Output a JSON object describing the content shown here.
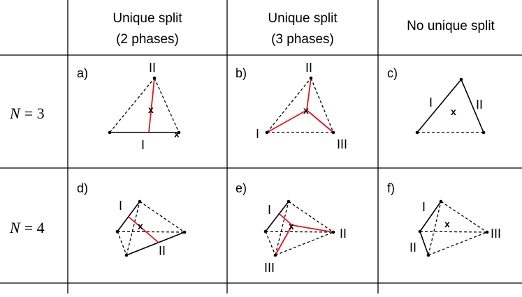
{
  "headers": {
    "col1": {
      "line1": "Unique split",
      "line2": "(2 phases)"
    },
    "col2": {
      "line1": "Unique split",
      "line2": "(3 phases)"
    },
    "col3": {
      "line1": "No unique split"
    }
  },
  "rows": {
    "row1": {
      "n_symbol": "N",
      "n_value": "= 3"
    },
    "row2": {
      "n_symbol": "N",
      "n_value": "= 4"
    }
  },
  "panels": {
    "a": {
      "tag": "a)",
      "labels": {
        "top": "II",
        "bottom": "I"
      },
      "marker": "x"
    },
    "b": {
      "tag": "b)",
      "labels": {
        "top": "II",
        "left": "I",
        "right": "III"
      },
      "marker": "x"
    },
    "c": {
      "tag": "c)",
      "labels": {
        "left": "I",
        "right": "II"
      },
      "marker": "x"
    },
    "d": {
      "tag": "d)",
      "labels": {
        "top": "I",
        "bottom": "II"
      },
      "marker": "x"
    },
    "e": {
      "tag": "e)",
      "labels": {
        "top": "I",
        "right": "II",
        "bottom": "III"
      },
      "marker": "x"
    },
    "f": {
      "tag": "f)",
      "labels": {
        "top": "I",
        "bottom": "II",
        "right": "III"
      },
      "marker": "x"
    }
  },
  "colors": {
    "line": "#000000",
    "tie_line": "#e8141c",
    "grid": "#000000"
  }
}
